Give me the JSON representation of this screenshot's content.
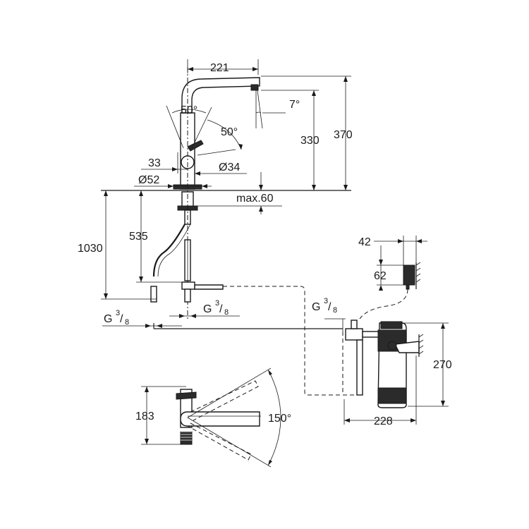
{
  "dimensions": {
    "spout_reach": "221",
    "swivel_angle_left": "50°",
    "swivel_angle_right": "50°",
    "spout_tilt": "7°",
    "height_to_outlet": "330",
    "total_height": "370",
    "lever_offset": "33",
    "lever_diameter": "Ø34",
    "base_diameter": "Ø52",
    "max_deck_thickness": "max.60",
    "hose_length_total": "1030",
    "hose_length_mid": "535",
    "thread_left_main": "G",
    "thread_left_num": "3",
    "thread_left_den": "8",
    "thread_right_main": "G",
    "thread_right_num": "3",
    "thread_right_den": "8",
    "thread_filter_main": "G",
    "thread_filter_num": "3",
    "thread_filter_den": "8",
    "bracket_width": "42",
    "bracket_height": "62",
    "filter_height": "270",
    "filter_width": "228",
    "top_view_height": "183",
    "top_view_swivel": "150°"
  }
}
